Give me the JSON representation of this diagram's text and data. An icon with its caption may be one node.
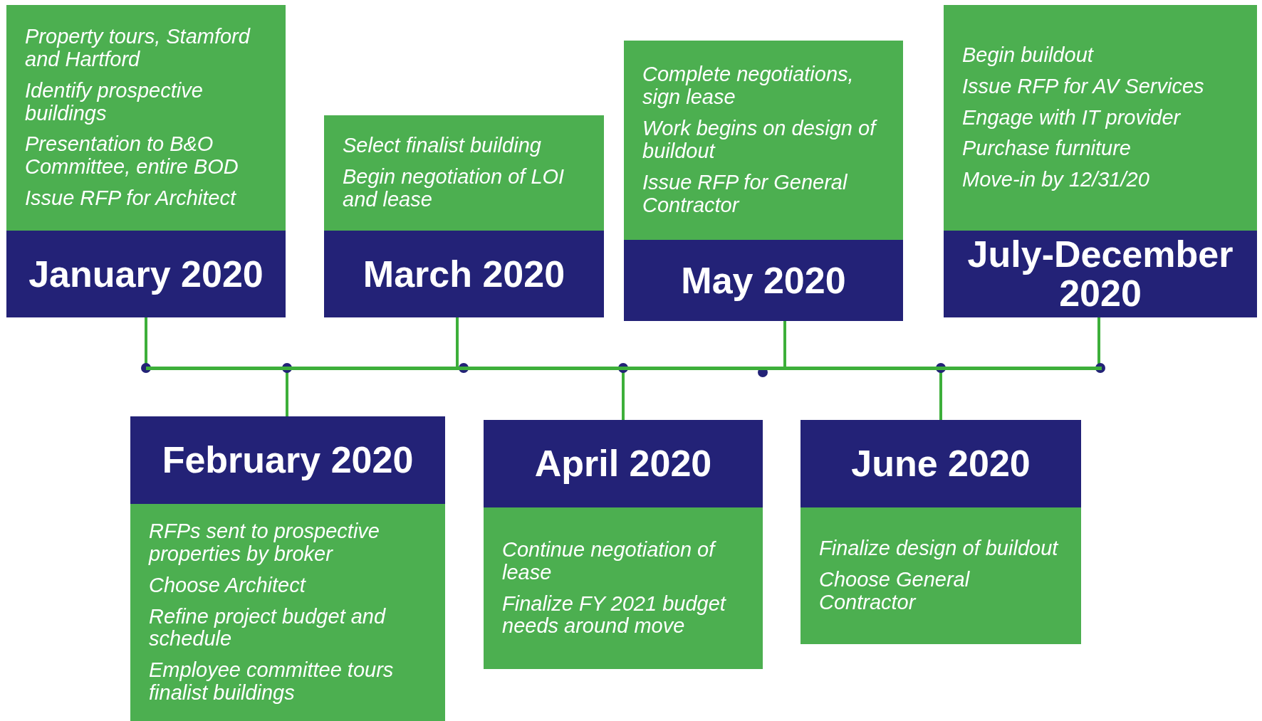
{
  "diagram": {
    "nodes": [
      {
        "text": [
          "Property tours, Stamford and Hartford",
          "Identify prospective buildings",
          "Presentation to B&O Committee, entire BOD",
          "Issue RFP for Architect",
          "January 2020"
        ]
      },
      {
        "text": [
          "February 2020",
          "RFPs sent to prospective properties by broker",
          "Choose Architect",
          "Refine project budget and schedule",
          "Employee committee tours finalist buildings"
        ]
      },
      {
        "text": [
          "Select finalist building",
          "Begin negotiation of LOI and lease",
          "March 2020"
        ]
      },
      {
        "text": [
          "April 2020",
          "Continue negotiation of lease",
          "Finalize FY 2021 budget needs around move"
        ]
      },
      {
        "text": [
          "Complete negotiations, sign lease",
          "Work begins on design of buildout",
          "Issue RFP for General Contractor",
          "May 2020"
        ]
      },
      {
        "text": [
          "June 2020",
          "Finalize design of buildout",
          "Choose General Contractor"
        ]
      },
      {
        "text": [
          "Begin buildout",
          "Issue RFP for AV Services",
          "Engage with IT provider",
          "Purchase furniture",
          "Move-in by 12/31/20",
          "July-December 2020"
        ]
      },
      {
        "text": [],
        "shape": "bar"
      }
    ],
    "edges": [
      {
        "from": 0,
        "to": 7,
        "arrow": "none"
      },
      {
        "from": 1,
        "to": 7,
        "arrow": "none"
      },
      {
        "from": 2,
        "to": 7,
        "arrow": "none"
      },
      {
        "from": 3,
        "to": 7,
        "arrow": "none"
      },
      {
        "from": 4,
        "to": 7,
        "arrow": "none"
      },
      {
        "from": 5,
        "to": 7,
        "arrow": "none"
      },
      {
        "from": 6,
        "to": 7,
        "arrow": "none"
      }
    ]
  }
}
